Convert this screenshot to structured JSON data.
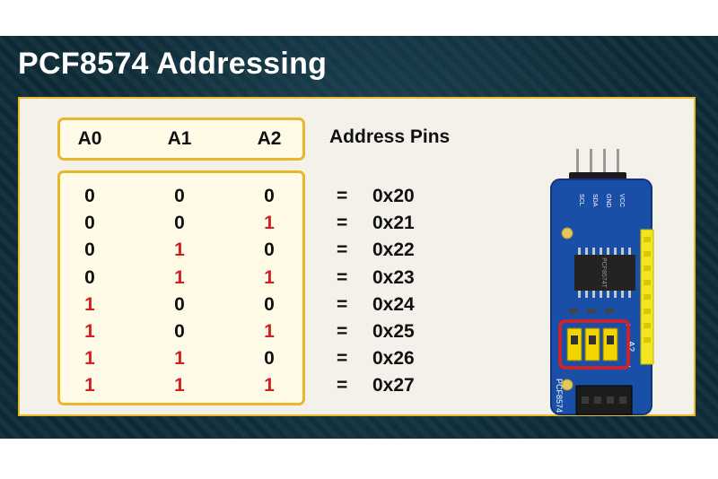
{
  "title": "PCF8574 Addressing",
  "header": {
    "a0": "A0",
    "a1": "A1",
    "a2": "A2",
    "pins_label": "Address Pins"
  },
  "eq_sign": "=",
  "rows": [
    {
      "a0": "0",
      "a1": "0",
      "a2": "0",
      "addr": "0x20"
    },
    {
      "a0": "0",
      "a1": "0",
      "a2": "1",
      "addr": "0x21"
    },
    {
      "a0": "0",
      "a1": "1",
      "a2": "0",
      "addr": "0x22"
    },
    {
      "a0": "0",
      "a1": "1",
      "a2": "1",
      "addr": "0x23"
    },
    {
      "a0": "1",
      "a1": "0",
      "a2": "0",
      "addr": "0x24"
    },
    {
      "a0": "1",
      "a1": "0",
      "a2": "1",
      "addr": "0x25"
    },
    {
      "a0": "1",
      "a1": "1",
      "a2": "0",
      "addr": "0x26"
    },
    {
      "a0": "1",
      "a1": "1",
      "a2": "1",
      "addr": "0x27"
    }
  ],
  "colors": {
    "zero": "#111111",
    "one": "#d41f1f",
    "accent": "#e8b72a",
    "board": "#1a4fa8",
    "highlight": "#e01e1e"
  },
  "board_labels": {
    "top_pins": [
      "SCL",
      "SDA",
      "GND",
      "VCC"
    ],
    "chip": "PCF8574T",
    "jumper": "A2",
    "side": "PCF8574"
  }
}
